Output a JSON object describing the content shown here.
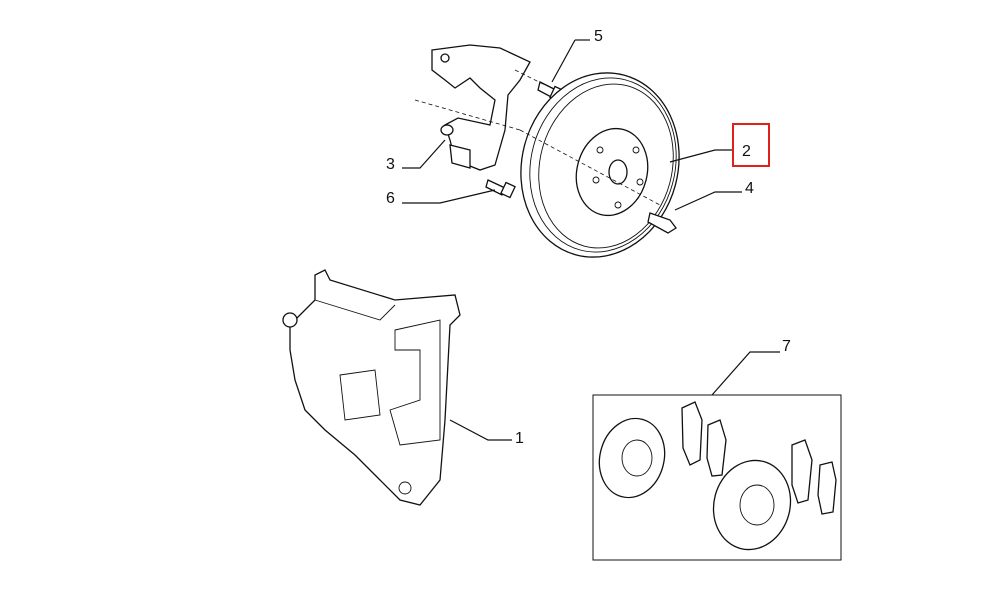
{
  "diagram": {
    "callouts": [
      {
        "id": "1",
        "label": "1",
        "part": "brake-caliper"
      },
      {
        "id": "2",
        "label": "2",
        "part": "brake-disc",
        "highlighted": true
      },
      {
        "id": "3",
        "label": "3",
        "part": "dust-shield"
      },
      {
        "id": "4",
        "label": "4",
        "part": "disc-screw"
      },
      {
        "id": "5",
        "label": "5",
        "part": "bolt"
      },
      {
        "id": "6",
        "label": "6",
        "part": "bolt"
      },
      {
        "id": "7",
        "label": "7",
        "part": "disc-and-pad-kit"
      }
    ],
    "highlight_color": "#e0201c"
  }
}
